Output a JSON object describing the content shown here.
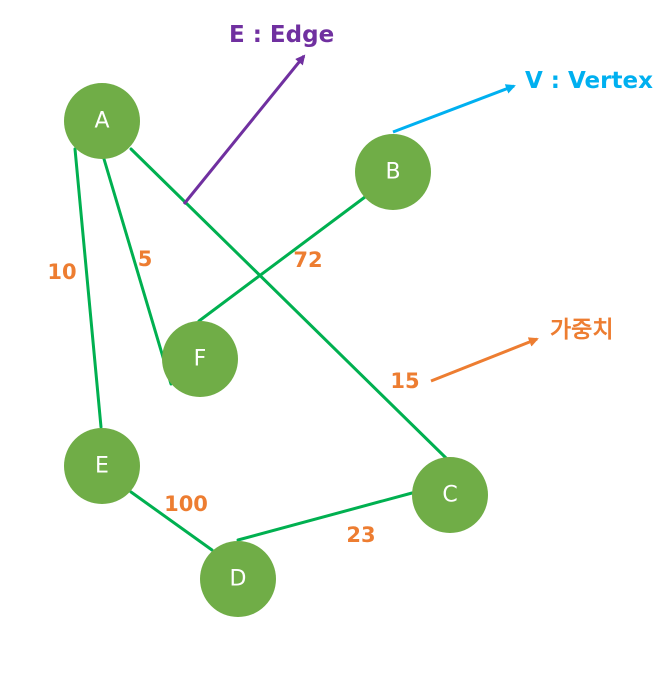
{
  "colors": {
    "node_fill": "#70AD47",
    "node_text": "#FFFFFF",
    "edge": "#00B050",
    "weight": "#ED7D31",
    "edge_legend": "#7030A0",
    "vertex_legend": "#00B0F0",
    "weight_legend": "#ED7D31"
  },
  "nodes": [
    {
      "id": "A",
      "label": "A"
    },
    {
      "id": "B",
      "label": "B"
    },
    {
      "id": "F",
      "label": "F"
    },
    {
      "id": "E",
      "label": "E"
    },
    {
      "id": "C",
      "label": "C"
    },
    {
      "id": "D",
      "label": "D"
    }
  ],
  "edges": [
    {
      "from": "A",
      "to": "E",
      "weight": "10"
    },
    {
      "from": "A",
      "to": "F",
      "weight": "5"
    },
    {
      "from": "A",
      "to": "C",
      "weight": "15"
    },
    {
      "from": "B",
      "to": "F",
      "weight": "72"
    },
    {
      "from": "E",
      "to": "D",
      "weight": "100"
    },
    {
      "from": "D",
      "to": "C",
      "weight": "23"
    }
  ],
  "legend": {
    "edge_label": "E : Edge",
    "vertex_label": "V : Vertex",
    "weight_label": "가중치"
  }
}
